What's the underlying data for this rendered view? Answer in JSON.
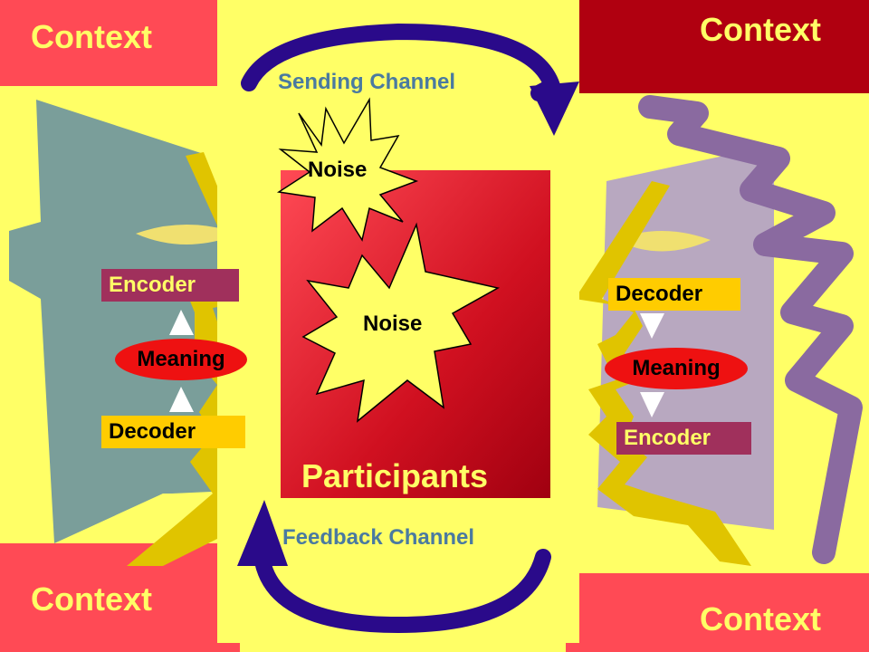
{
  "colors": {
    "background": "#ffff66",
    "context": "#ff4a55",
    "context_dark": "#b00010",
    "left_head": "#7a9e9a",
    "right_head": "#b8a8c0",
    "zigzag": "#8a6aa0",
    "channel_arrow": "#2a0a8a",
    "encoder": "#a0305c",
    "decoder": "#ffcc00",
    "meaning": "#ee1111"
  },
  "contexts": {
    "top_left": "Context",
    "top_right": "Context",
    "bottom_left": "Context",
    "bottom_right": "Context"
  },
  "channels": {
    "sending": "Sending Channel",
    "feedback": "Feedback Channel"
  },
  "noise": {
    "top": "Noise",
    "center": "Noise"
  },
  "participants": "Participants",
  "left_person": {
    "encoder": "Encoder",
    "meaning": "Meaning",
    "decoder": "Decoder"
  },
  "right_person": {
    "decoder": "Decoder",
    "meaning": "Meaning",
    "encoder": "Encoder"
  }
}
